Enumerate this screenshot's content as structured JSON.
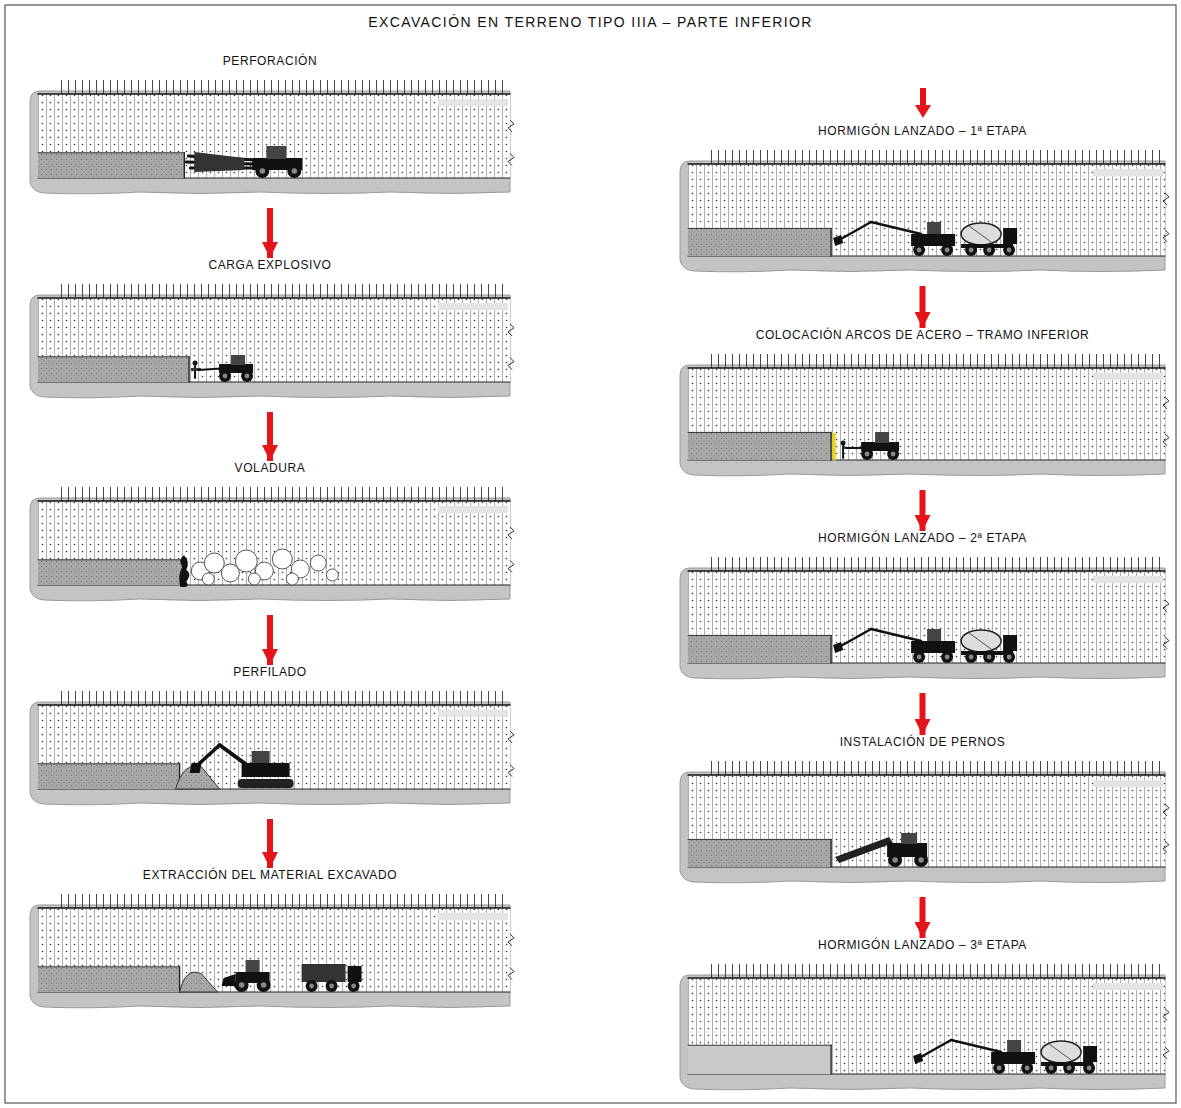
{
  "diagram": {
    "title": "EXCAVACIÓN EN TERRENO TIPO IIIA – PARTE INFERIOR",
    "nodes": [
      {
        "text": [
          "PERFORACIÓN"
        ]
      },
      {
        "text": [
          "CARGA EXPLOSIVO"
        ]
      },
      {
        "text": [
          "VOLADURA"
        ]
      },
      {
        "text": [
          "PERFILADO"
        ]
      },
      {
        "text": [
          "EXTRACCIÓN DEL MATERIAL EXCAVADO"
        ]
      },
      {
        "text": [
          "HORMIGÓN LANZADO – 1ª ETAPA"
        ]
      },
      {
        "text": [
          "COLOCACIÓN ARCOS DE ACERO – TRAMO INFERIOR"
        ]
      },
      {
        "text": [
          "HORMIGÓN LANZADO – 2ª ETAPA"
        ]
      },
      {
        "text": [
          "INSTALACIÓN DE PERNOS"
        ]
      },
      {
        "text": [
          "HORMIGÓN LANZADO – 3ª ETAPA"
        ]
      }
    ],
    "edges": [
      {
        "from": 0,
        "to": 1,
        "arrow": "to"
      },
      {
        "from": 1,
        "to": 2,
        "arrow": "to"
      },
      {
        "from": 2,
        "to": 3,
        "arrow": "to"
      },
      {
        "from": 3,
        "to": 4,
        "arrow": "to"
      },
      {
        "from": 5,
        "to": 6,
        "arrow": "to"
      },
      {
        "from": 6,
        "to": 7,
        "arrow": "to"
      },
      {
        "from": 7,
        "to": 8,
        "arrow": "to"
      },
      {
        "from": 8,
        "to": 9,
        "arrow": "to"
      }
    ]
  }
}
